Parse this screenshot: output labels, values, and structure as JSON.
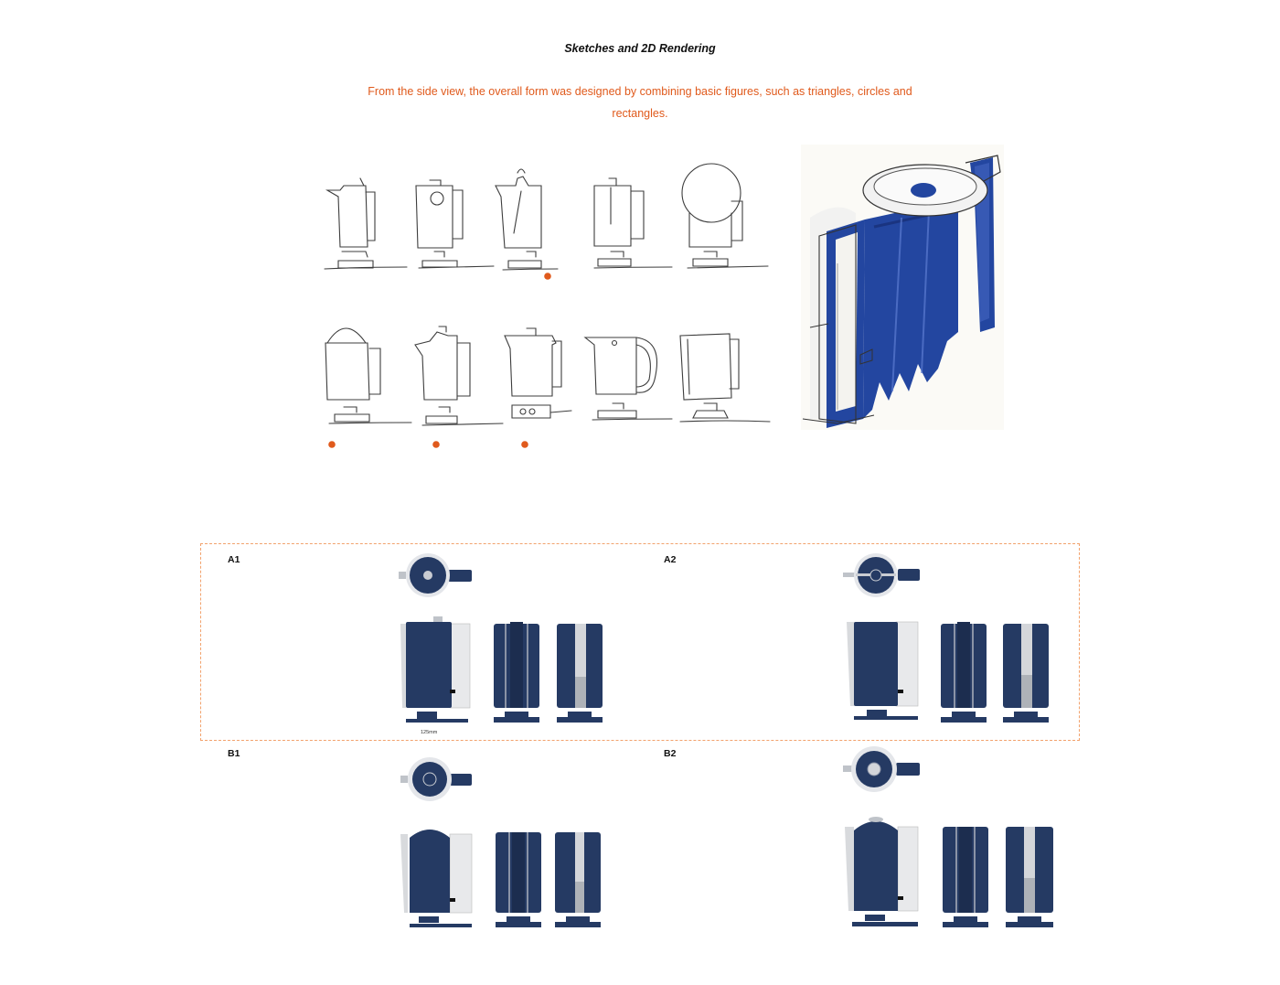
{
  "header": {
    "title": "Sketches and 2D Rendering",
    "description": "From the side view, the overall form was designed by combining basic figures, such as triangles, circles and rectangles."
  },
  "sketches": {
    "row1": [
      {
        "shape": "trapezoid-spout",
        "selected": false
      },
      {
        "shape": "circle-window",
        "selected": false
      },
      {
        "shape": "slanted-handle",
        "selected": true
      },
      {
        "shape": "rectangle-handle",
        "selected": false
      },
      {
        "shape": "circle-top",
        "selected": false
      }
    ],
    "row2": [
      {
        "shape": "dome-top",
        "selected": true
      },
      {
        "shape": "peaked-lid",
        "selected": true
      },
      {
        "shape": "curved-spout",
        "selected": true
      },
      {
        "shape": "round-handle",
        "selected": false
      },
      {
        "shape": "plain-rectangle",
        "selected": false
      }
    ]
  },
  "variants": [
    {
      "label": "A1",
      "highlighted": true
    },
    {
      "label": "A2",
      "highlighted": true
    },
    {
      "label": "B1",
      "highlighted": false
    },
    {
      "label": "B2",
      "highlighted": false
    }
  ],
  "dimension_label": "125mm",
  "colors": {
    "accent": "#e05a1c",
    "body": "#253a63",
    "marker_blue": "#2346a0",
    "frame": "#f2a26d",
    "pencil": "#3d3d3d"
  }
}
